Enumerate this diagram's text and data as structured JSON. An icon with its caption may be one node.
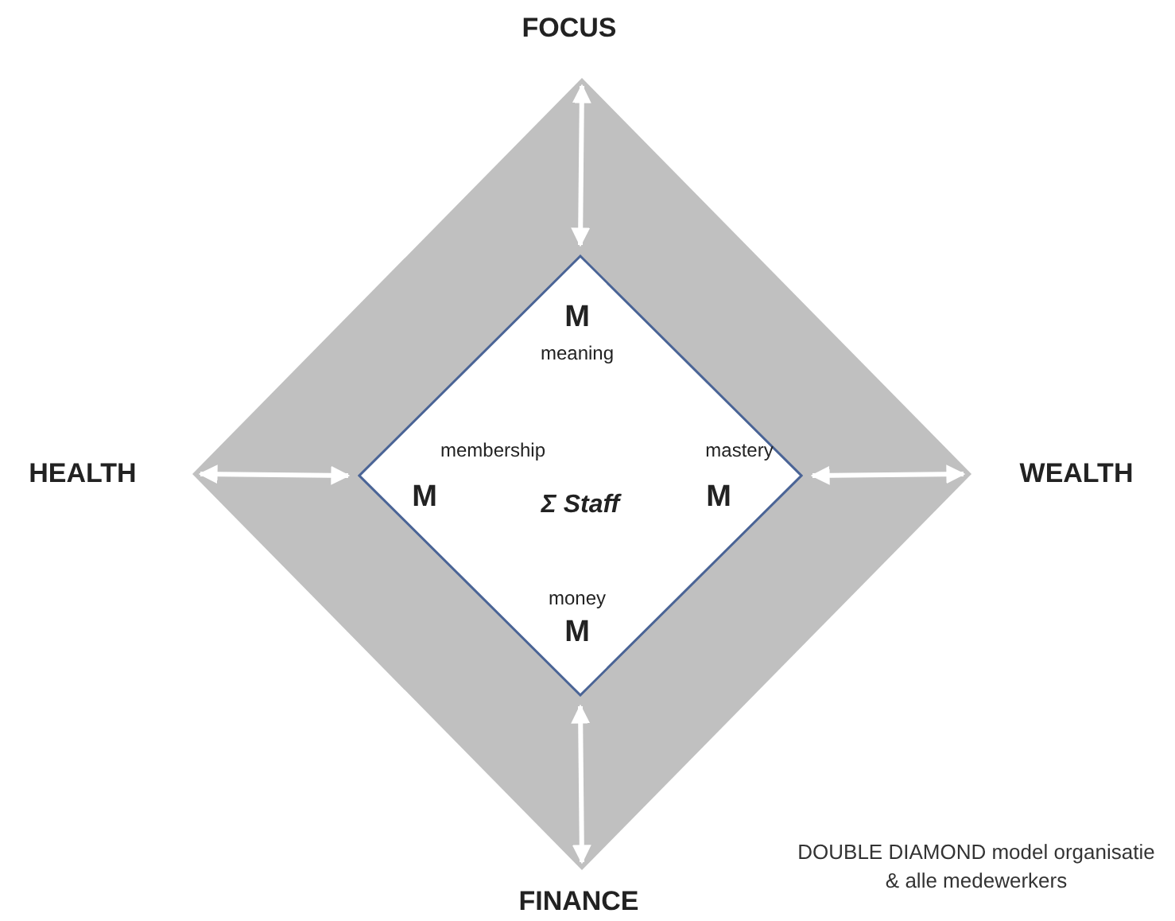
{
  "diagram": {
    "caption": "DOUBLE DIAMOND model organisatie & alle medewerkers",
    "nodes": [
      {
        "text": [],
        "shape": "diamond"
      },
      {
        "text": [
          "M",
          "meaning",
          "membership",
          "M",
          "Σ Staff",
          "mastery",
          "M",
          "money",
          "M"
        ],
        "in": 0
      }
    ],
    "edges": [
      {
        "from": 0,
        "to": 1,
        "arrow": "both"
      },
      {
        "from": 0,
        "to": 1,
        "arrow": "both"
      },
      {
        "from": 1,
        "to": 0,
        "arrow": "both"
      },
      {
        "from": 1,
        "to": 0,
        "arrow": "both"
      }
    ],
    "labels": [
      "FOCUS",
      "HEALTH",
      "WEALTH",
      "FINANCE"
    ]
  }
}
